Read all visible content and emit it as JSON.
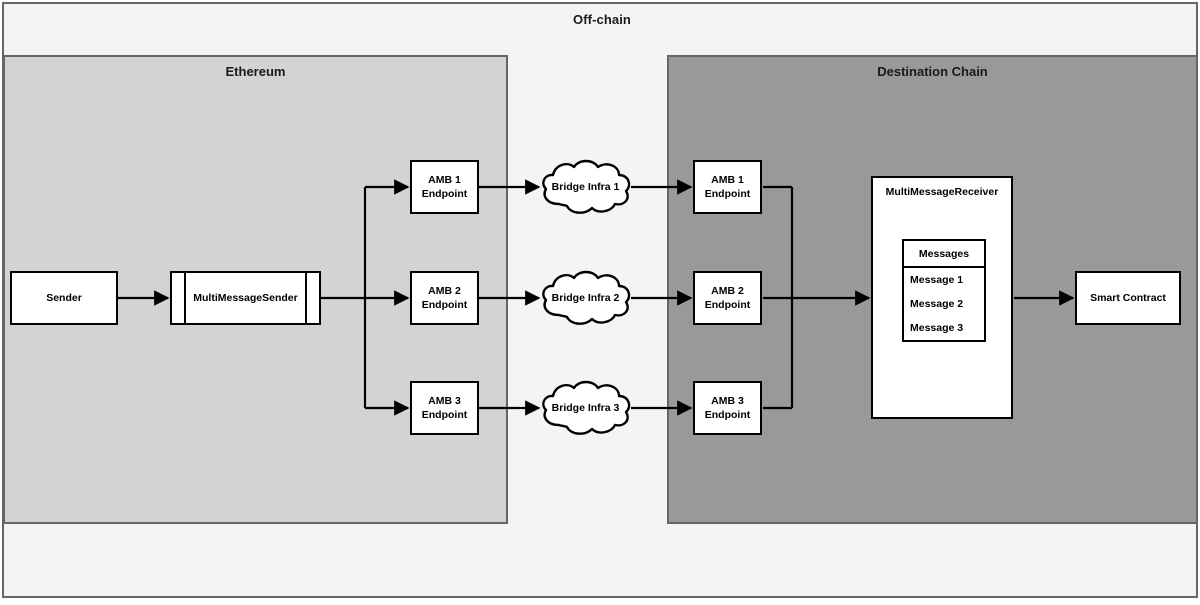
{
  "diagram": {
    "outer": {
      "title": "Off-chain"
    },
    "chains": [
      {
        "id": "ethereum",
        "title": "Ethereum",
        "fill": "#d3d3d3"
      },
      {
        "id": "destination",
        "title": "Destination Chain",
        "fill": "#999999"
      }
    ],
    "nodes": {
      "sender": {
        "label": "Sender"
      },
      "multi_message_sender": {
        "label": "MultiMessageSender"
      },
      "source_endpoints": [
        {
          "line1": "AMB 1",
          "line2": "Endpoint"
        },
        {
          "line1": "AMB 2",
          "line2": "Endpoint"
        },
        {
          "line1": "AMB 3",
          "line2": "Endpoint"
        }
      ],
      "bridges": [
        {
          "label": "Bridge Infra 1"
        },
        {
          "label": "Bridge Infra 2"
        },
        {
          "label": "Bridge Infra 3"
        }
      ],
      "dest_endpoints": [
        {
          "line1": "AMB 1",
          "line2": "Endpoint"
        },
        {
          "line1": "AMB 2",
          "line2": "Endpoint"
        },
        {
          "line1": "AMB 3",
          "line2": "Endpoint"
        }
      ],
      "multi_message_receiver": {
        "label": "MultiMessageReceiver",
        "messages_header": "Messages",
        "messages": [
          "Message 1",
          "Message 2",
          "Message 3"
        ]
      },
      "smart_contract": {
        "label": "Smart Contract"
      }
    },
    "colors": {
      "page_bg": "#ffffff",
      "offchain_fill": "#f4f4f4",
      "offchain_stroke": "#666666",
      "ethereum_fill": "#d3d3d3",
      "destination_fill": "#999999",
      "node_fill": "#ffffff",
      "node_stroke": "#000000",
      "edge_stroke": "#000000",
      "text": "#1a1a1a"
    }
  }
}
